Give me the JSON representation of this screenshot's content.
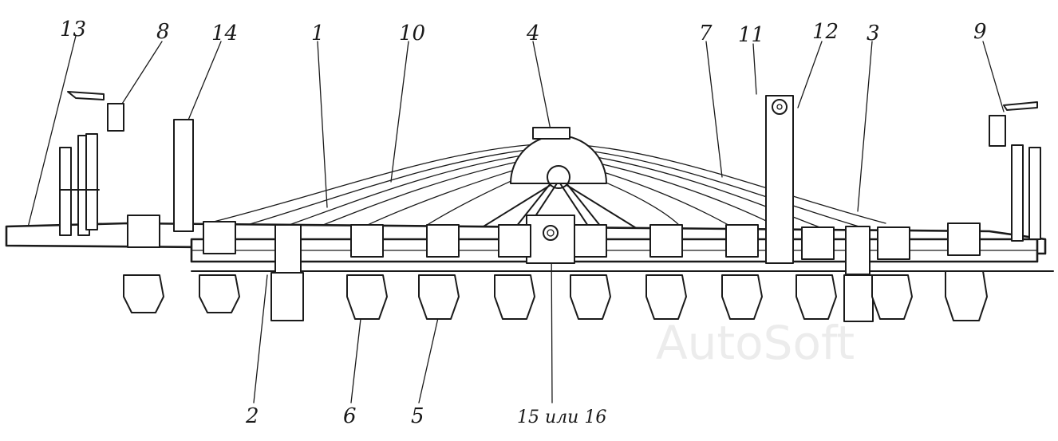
{
  "diagram": {
    "callouts": [
      "13",
      "8",
      "14",
      "1",
      "10",
      "4",
      "7",
      "11",
      "12",
      "3",
      "9",
      "2",
      "6",
      "5",
      "15 или 16"
    ],
    "watermark": "AutoSoft"
  }
}
